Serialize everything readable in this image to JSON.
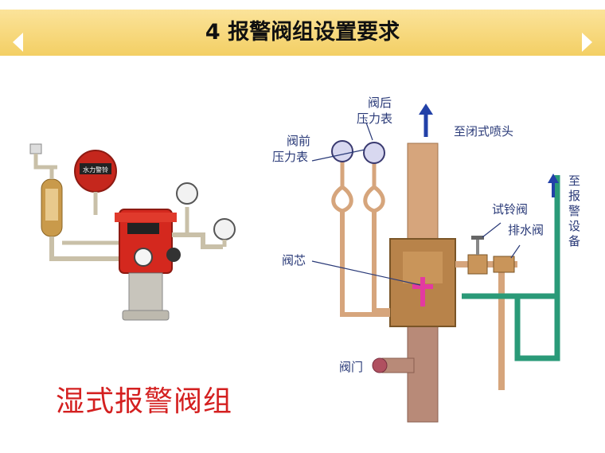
{
  "header": {
    "title": "4  报警阀组设置要求"
  },
  "photo": {
    "caption": "湿式报警阀组",
    "device_label": "水力警铃"
  },
  "diagram": {
    "labels": {
      "upstream_gauge_line1": "阀前",
      "upstream_gauge_line2": "压力表",
      "downstream_gauge_line1": "阀后",
      "downstream_gauge_line2": "压力表",
      "to_sprinklers": "至闭式喷头",
      "test_bell_valve": "试铃阀",
      "drain_valve": "排水阀",
      "to_alarm_1": "至",
      "to_alarm_2": "报",
      "to_alarm_3": "警",
      "to_alarm_4": "设",
      "to_alarm_5": "备",
      "valve_core": "阀芯",
      "gate_valve": "阀门"
    }
  },
  "colors": {
    "banner": "#f6d470",
    "caption": "#d42020",
    "label": "#2a3a78",
    "pipe": "#d6a57c",
    "valve_body": "#b8834a",
    "flow_arrow": "#2241a8",
    "alarm_pipe": "#2a9a78"
  },
  "icons": {
    "prev": "left-triangle-icon",
    "next": "right-triangle-icon",
    "up_arrow": "up-arrow-icon"
  }
}
